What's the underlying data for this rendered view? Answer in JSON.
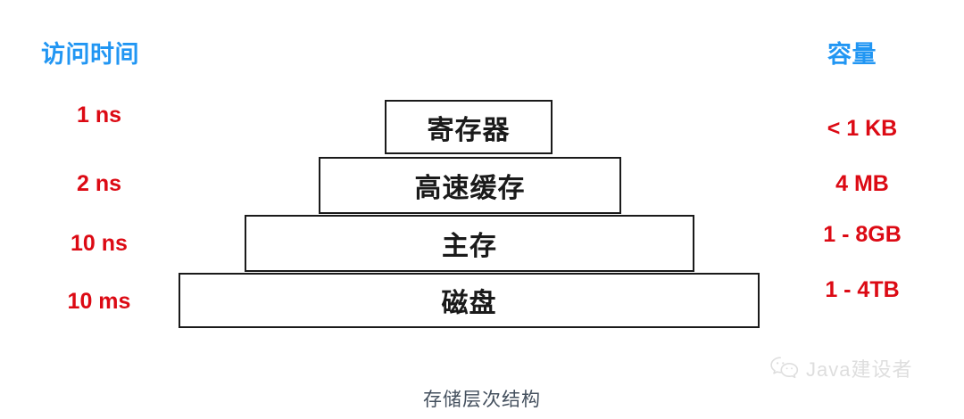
{
  "headers": {
    "access_time": "访问时间",
    "capacity": "容量",
    "header_color": "#2196f3"
  },
  "metric_color": "#dc0a14",
  "tier_border_color": "#1a1a1a",
  "levels": [
    {
      "name": "寄存器",
      "access_time": "1 ns",
      "capacity": "< 1 KB"
    },
    {
      "name": "高速缓存",
      "access_time": "2 ns",
      "capacity": "4 MB"
    },
    {
      "name": "主存",
      "access_time": "10 ns",
      "capacity": "1 - 8GB"
    },
    {
      "name": "磁盘",
      "access_time": "10 ms",
      "capacity": "1 - 4TB"
    }
  ],
  "caption": "存储层次结构",
  "watermark": {
    "icon": "wechat-icon",
    "text": "Java建设者",
    "color": "#dcdcdc"
  }
}
